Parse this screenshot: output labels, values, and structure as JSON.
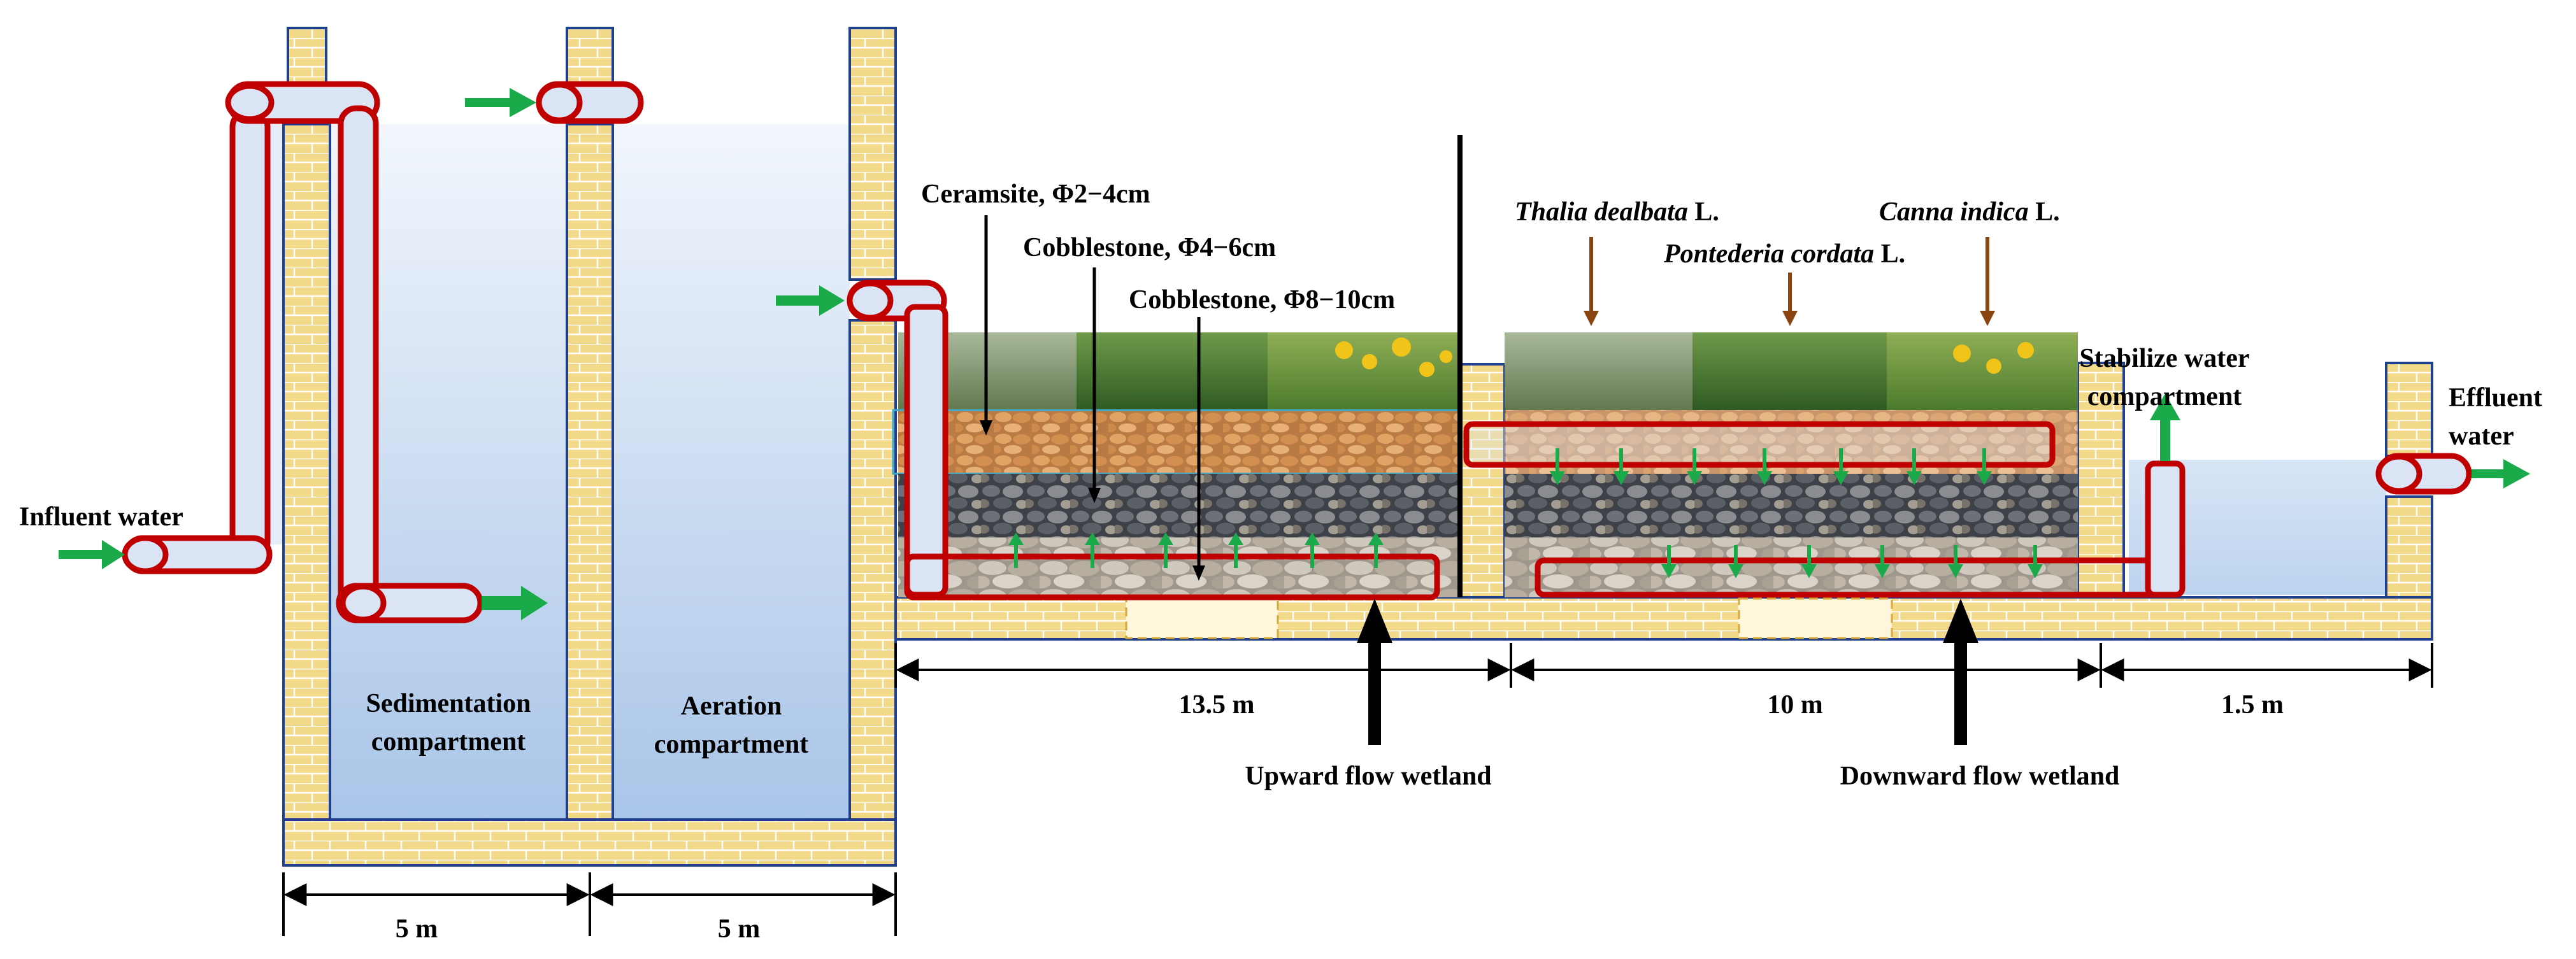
{
  "labels": {
    "influent_water": "Influent water",
    "sedimentation_line1": "Sedimentation",
    "sedimentation_line2": "compartment",
    "aeration_line1": "Aeration",
    "aeration_line2": "compartment",
    "ceramsite": "Ceramsite, Φ2−4cm",
    "cobblestone_small": "Cobblestone, Φ4−6cm",
    "cobblestone_large": "Cobblestone, Φ8−10cm",
    "thalia_italic": "Thalia dealbata",
    "thalia_suffix": " L.",
    "pontederia_italic": "Pontederia cordata",
    "pontederia_suffix": " L.",
    "canna_italic": "Canna indica",
    "canna_suffix": " L.",
    "stabilize_line1": "Stabilize water",
    "stabilize_line2": "compartment",
    "effluent_line1": "Effluent",
    "effluent_line2": "water",
    "upward_flow_wetland": "Upward flow wetland",
    "downward_flow_wetland": "Downward flow wetland"
  },
  "dimensions": {
    "sedimentation_width": "5 m",
    "aeration_width": "5 m",
    "upward_wetland_length": "13.5 m",
    "downward_wetland_length": "10 m",
    "stabilize_length": "1.5 m"
  },
  "colors": {
    "brick_fill": "#f3d98a",
    "brick_mortar": "#ffffff",
    "wall_outline": "#1f3f8f",
    "pipe_stroke": "#c00000",
    "pipe_fill": "#dbe4f5",
    "water_top": "#eef3fb",
    "water_bottom": "#a9c5e8",
    "flow_arrow": "#1aaa4a",
    "plant_pointer": "#8b4513",
    "ceramsite": "#c98a4f",
    "cobble_small": "#5a5e66",
    "cobble_large": "#b9b2a7"
  },
  "icons": {
    "flow_arrow": "green-arrow-icon",
    "plant_pointer": "brown-arrow-icon",
    "dimension_arrow": "double-headed-arrow-icon"
  }
}
